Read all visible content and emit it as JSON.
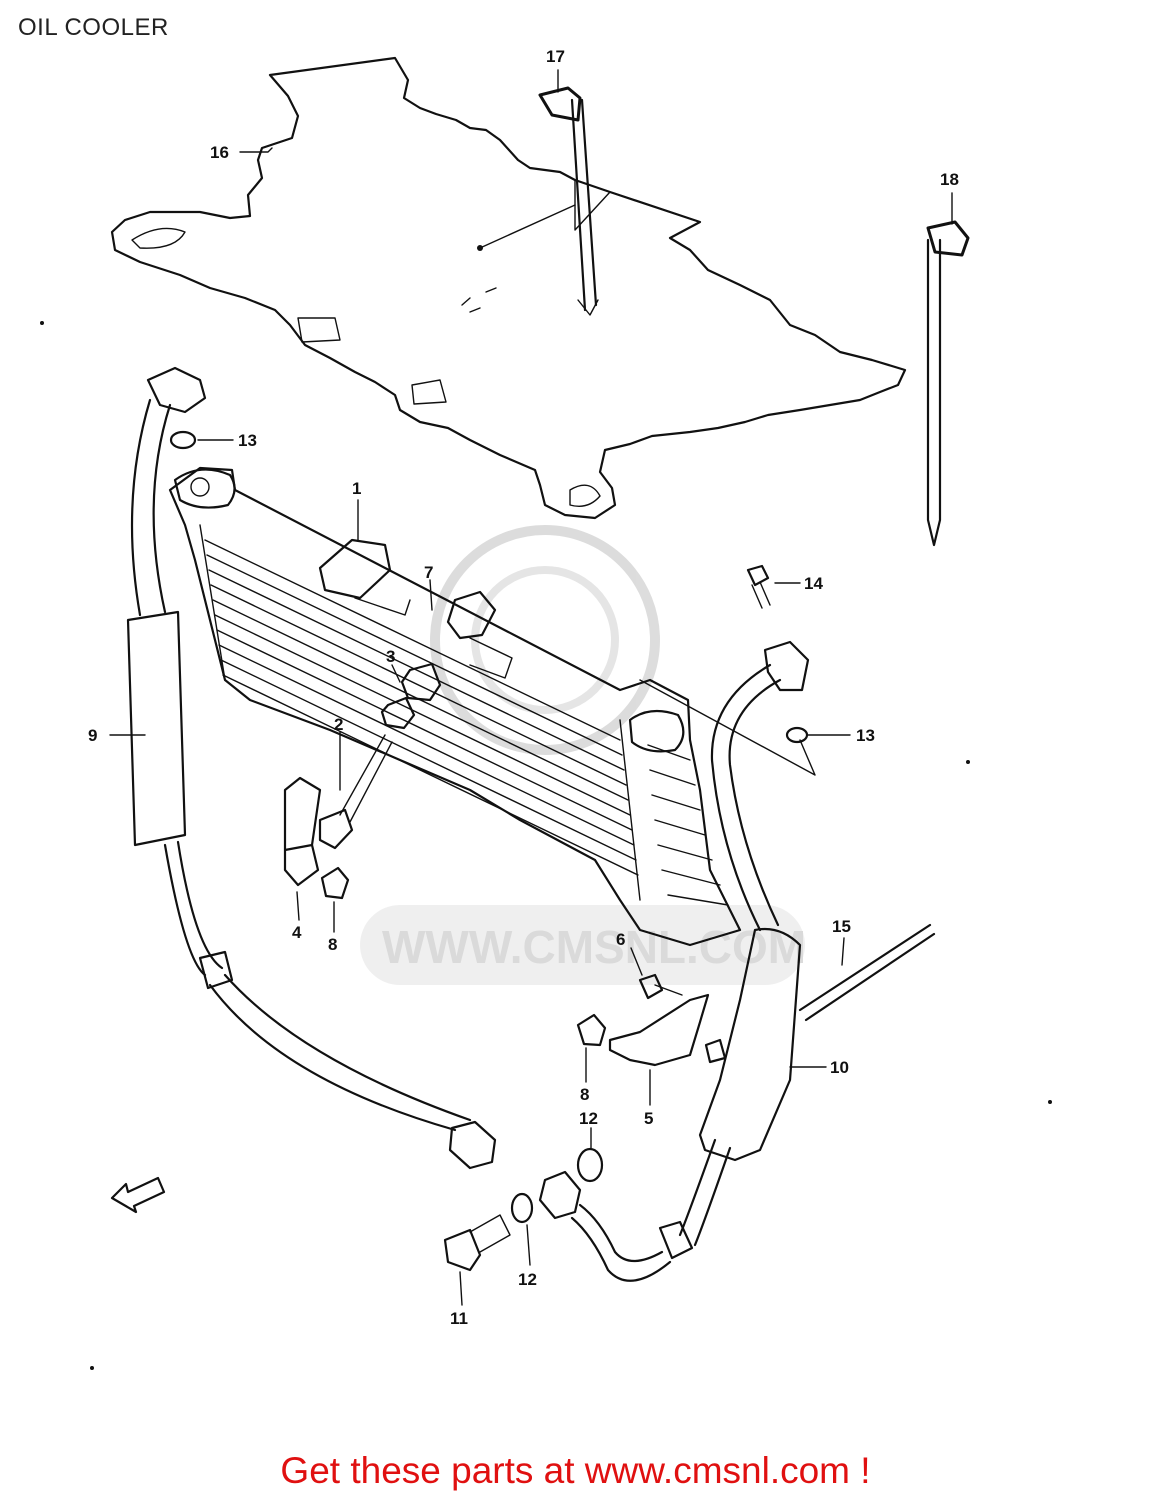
{
  "title": "OIL COOLER",
  "watermark": "WWW.CMSNL.COM",
  "footer": "Get these parts at www.cmsnl.com !",
  "callouts": [
    "1",
    "2",
    "3",
    "4",
    "5",
    "6",
    "7",
    "8",
    "8",
    "9",
    "10",
    "11",
    "12",
    "12",
    "13",
    "13",
    "14",
    "15",
    "16",
    "17",
    "18"
  ],
  "colors": {
    "line": "#111111",
    "promo": "#e01010",
    "watermark": "#d6d6d6"
  },
  "icons": [
    "front-direction-arrow-icon"
  ]
}
